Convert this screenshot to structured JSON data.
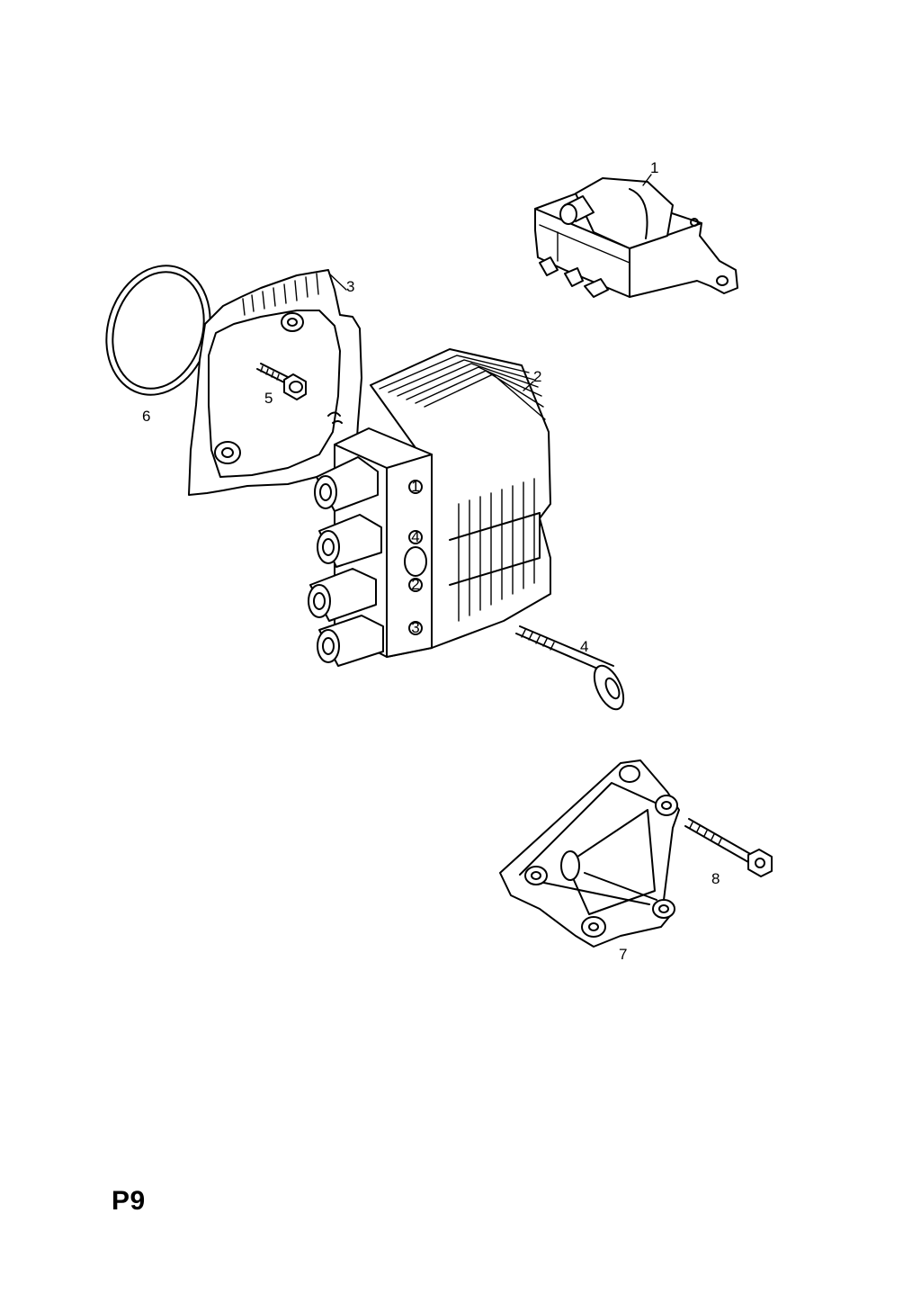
{
  "diagram": {
    "page_code": "P9",
    "callouts": [
      {
        "id": "1",
        "text": "1"
      },
      {
        "id": "2",
        "text": "2"
      },
      {
        "id": "3",
        "text": "3"
      },
      {
        "id": "4",
        "text": "4"
      },
      {
        "id": "5",
        "text": "5"
      },
      {
        "id": "6",
        "text": "6"
      },
      {
        "id": "7",
        "text": "7"
      },
      {
        "id": "8",
        "text": "8"
      }
    ],
    "coil_terminal_marks": [
      "1",
      "4",
      "2",
      "3"
    ]
  }
}
